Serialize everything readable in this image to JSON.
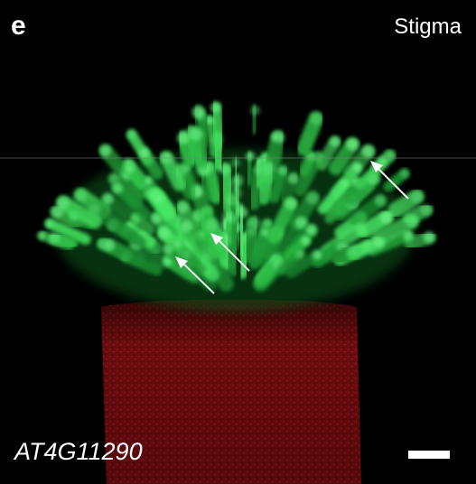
{
  "figure": {
    "panel_letter": "e",
    "tissue_label": "Stigma",
    "gene_label": "AT4G11290"
  },
  "colors": {
    "background": "#000000",
    "papillae": "#3ddc5a",
    "style_tissue": "#7a0f12",
    "arrows": "#ffffff",
    "labels": "#ffffff"
  },
  "icons": [
    "arrow-icon",
    "arrow-icon",
    "arrow-icon"
  ]
}
